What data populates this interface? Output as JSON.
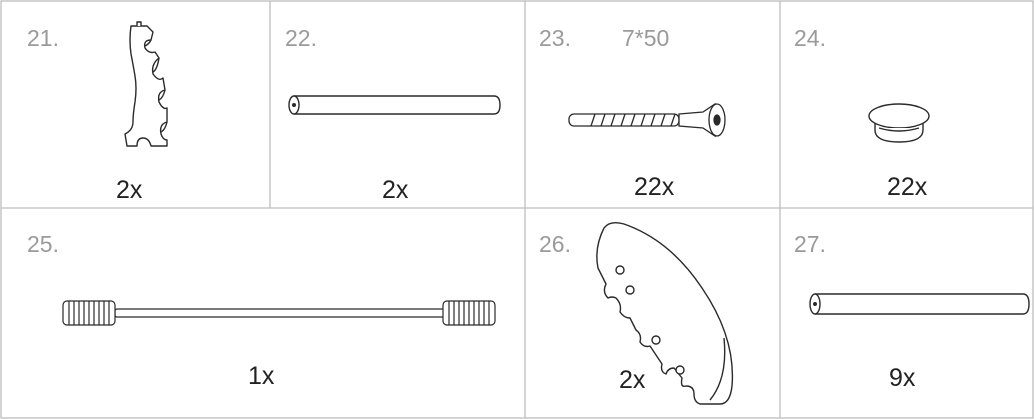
{
  "colors": {
    "border": "#bdbdbd",
    "item_number": "#9a9a9a",
    "quantity": "#222222",
    "drawing_stroke": "#2a2a2a"
  },
  "parts": [
    {
      "number": "21.",
      "quantity": "2x",
      "icon": "notched-bracket-icon"
    },
    {
      "number": "22.",
      "quantity": "2x",
      "icon": "rod-icon"
    },
    {
      "number": "23.",
      "spec": "7*50",
      "quantity": "22x",
      "icon": "screw-icon"
    },
    {
      "number": "24.",
      "quantity": "22x",
      "icon": "cap-icon"
    },
    {
      "number": "25.",
      "quantity": "1x",
      "icon": "threaded-bar-icon"
    },
    {
      "number": "26.",
      "quantity": "2x",
      "icon": "curved-bracket-icon"
    },
    {
      "number": "27.",
      "quantity": "9x",
      "icon": "rod-icon"
    }
  ]
}
